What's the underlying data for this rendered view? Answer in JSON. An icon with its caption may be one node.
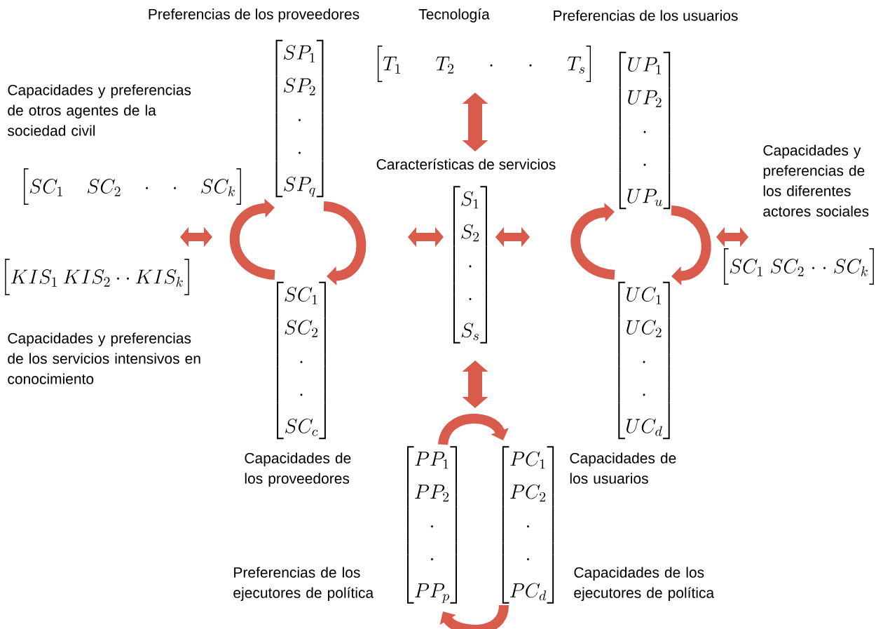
{
  "diagram": {
    "nodes": [
      {
        "text": [
          "\\begin{bmatrix}T_1 & T_2 & \\cdot & \\cdot & T_s\\end{bmatrix}"
        ],
        "beside": [
          "Tecnología"
        ]
      },
      {
        "text": [
          "\\begin{bmatrix}SP_1\\\\SP_2\\\\\\cdot\\\\\\cdot\\\\SP_q\\end{bmatrix}"
        ],
        "beside": [
          "Preferencias de los proveedores"
        ]
      },
      {
        "text": [
          "\\begin{bmatrix}SC_1\\\\SC_2\\\\\\cdot\\\\\\cdot\\\\SC_c\\end{bmatrix}"
        ],
        "beside": [
          "Capacidades de los proveedores"
        ]
      },
      {
        "text": [
          "\\begin{bmatrix}S_1\\\\S_2\\\\\\cdot\\\\\\cdot\\\\S_s\\end{bmatrix}"
        ],
        "beside": [
          "Características de servicios"
        ]
      },
      {
        "text": [
          "\\begin{bmatrix}UP_1\\\\UP_2\\\\\\cdot\\\\\\cdot\\\\UP_u\\end{bmatrix}"
        ],
        "beside": [
          "Preferencias de los usuarios"
        ]
      },
      {
        "text": [
          "\\begin{bmatrix}UC_1\\\\UC_2\\\\\\cdot\\\\\\cdot\\\\UC_d\\end{bmatrix}"
        ],
        "beside": [
          "Capacidades de los usuarios"
        ]
      },
      {
        "text": [
          "\\begin{bmatrix}SC_1 & SC_2 & \\cdot & \\cdot & SC_k\\end{bmatrix}"
        ],
        "beside": [
          "Capacidades y preferencias de otros agentes de la sociedad civil"
        ]
      },
      {
        "text": [
          "\\begin{bmatrix}KIS_1 & KIS_2 & \\cdot & \\cdot & KIS_k\\end{bmatrix}"
        ],
        "beside": [
          "Capacidades y preferencias de los servicios intensivos en conocimiento"
        ]
      },
      {
        "text": [
          "\\begin{bmatrix}SC_1 & SC_2 & \\cdot & \\cdot & SC_k\\end{bmatrix}"
        ],
        "beside": [
          "Capacidades y preferencias de los diferentes actores sociales"
        ]
      },
      {
        "text": [
          "\\begin{bmatrix}PP_1\\\\PP_2\\\\\\cdot\\\\\\cdot\\\\PP_p\\end{bmatrix}"
        ],
        "beside": [
          "Preferencias de los ejecutores de política"
        ]
      },
      {
        "text": [
          "\\begin{bmatrix}PC_1\\\\PC_2\\\\\\cdot\\\\\\cdot\\\\PC_d\\end{bmatrix}"
        ],
        "beside": [
          "Capacidades de los ejecutores de política"
        ]
      }
    ],
    "edges": [
      {
        "from": 0,
        "to": 3,
        "arrow": "both"
      },
      {
        "from": 2,
        "to": 1,
        "arrow": "to"
      },
      {
        "from": 1,
        "to": 2,
        "arrow": "to"
      },
      {
        "from": 7,
        "to": null,
        "arrow": "both"
      },
      {
        "from": null,
        "to": 3,
        "arrow": "both"
      },
      {
        "from": 3,
        "to": null,
        "arrow": "both"
      },
      {
        "from": 5,
        "to": 4,
        "arrow": "to"
      },
      {
        "from": 4,
        "to": 5,
        "arrow": "to"
      },
      {
        "from": null,
        "to": 8,
        "arrow": "both"
      },
      {
        "from": 3,
        "to": 9,
        "arrow": "both"
      },
      {
        "from": 9,
        "to": 10,
        "arrow": "to"
      },
      {
        "from": 10,
        "to": 9,
        "arrow": "to"
      }
    ]
  }
}
